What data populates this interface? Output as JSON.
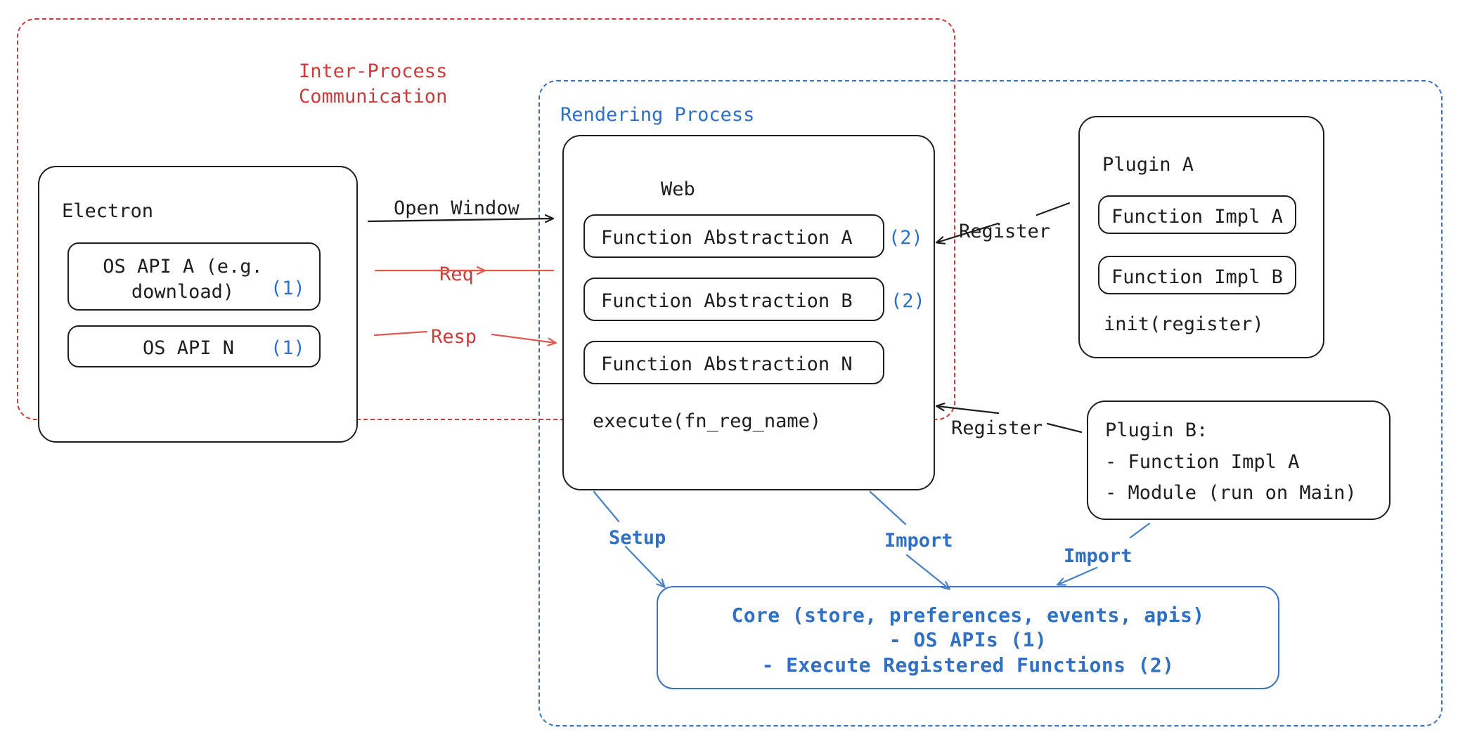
{
  "diagram": {
    "title": "Electron plugin architecture",
    "colors": {
      "ink": "#1e1e1e",
      "red": "#cc3b3b",
      "blue": "#3d73ba",
      "blue_text": "#2f6fc4",
      "background": "#ffffff"
    }
  },
  "regions": {
    "ipc": {
      "label": "Inter-Process\nCommunication",
      "color": "#cc3b3b",
      "style": "dashed"
    },
    "rendering": {
      "label": "Rendering Process",
      "color": "#3d73ba",
      "style": "dashed"
    }
  },
  "electron": {
    "title": "Electron",
    "items": [
      {
        "label": "OS API A (e.g.\ndownload)",
        "marker": "(1)"
      },
      {
        "label": "OS API N",
        "marker": "(1)"
      }
    ]
  },
  "web": {
    "title": "Web",
    "items": [
      {
        "label": "Function Abstraction A",
        "marker": "(2)"
      },
      {
        "label": "Function Abstraction B",
        "marker": "(2)"
      },
      {
        "label": "Function Abstraction N",
        "marker": ""
      }
    ],
    "footer": "execute(fn_reg_name)"
  },
  "plugin_a": {
    "title": "Plugin A",
    "items": [
      {
        "label": "Function Impl A"
      },
      {
        "label": "Function Impl B"
      }
    ],
    "footer": "init(register)"
  },
  "plugin_b": {
    "lines": [
      "Plugin B:",
      "- Function Impl A",
      "- Module (run on Main)"
    ]
  },
  "core": {
    "lines": [
      "Core (store, preferences, events, apis)",
      "- OS APIs (1)",
      "- Execute Registered Functions (2)"
    ]
  },
  "edges": {
    "open_window": {
      "label": "Open Window",
      "color": "#1e1e1e"
    },
    "req": {
      "label": "Req",
      "color": "#cc3b3b"
    },
    "resp": {
      "label": "Resp",
      "color": "#cc3b3b"
    },
    "register_a": {
      "label": "Register",
      "color": "#1e1e1e"
    },
    "register_b": {
      "label": "Register",
      "color": "#1e1e1e"
    },
    "setup": {
      "label": "Setup",
      "color": "#3d73ba"
    },
    "import_web": {
      "label": "Import",
      "color": "#3d73ba"
    },
    "import_plugin": {
      "label": "Import",
      "color": "#3d73ba"
    }
  }
}
